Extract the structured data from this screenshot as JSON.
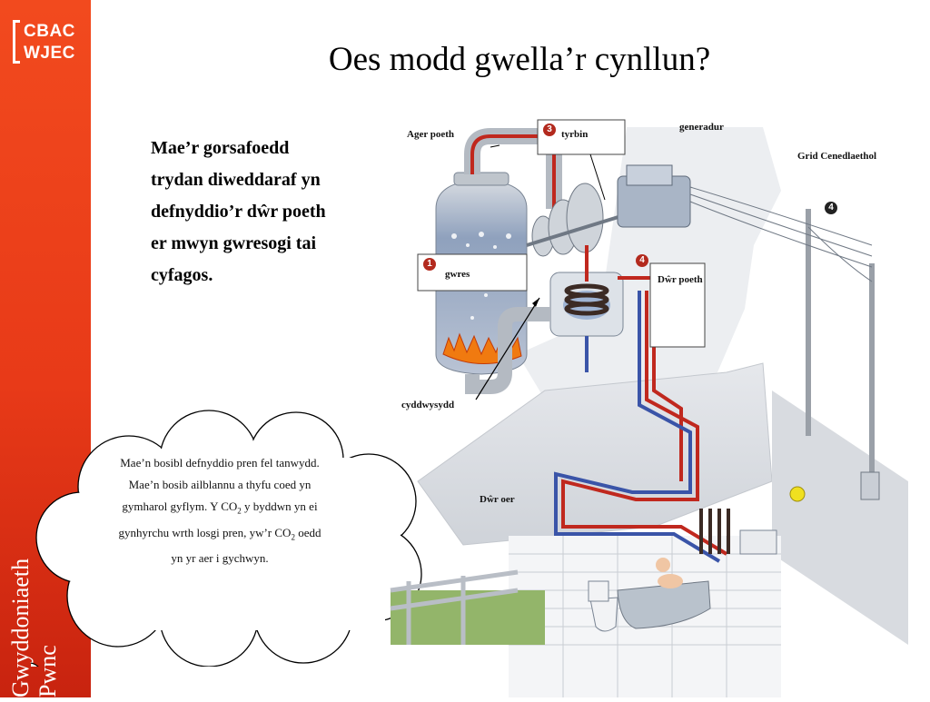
{
  "brand": {
    "line1": "CBAC",
    "line2": "WJEC"
  },
  "sidebar": {
    "line1": "Gwyddoniaeth",
    "line2": "Pwnc"
  },
  "title": "Oes modd gwella’r cynllun?",
  "intro": {
    "lines": [
      "Mae’r gorsafoedd",
      "trydan diweddaraf yn",
      "defnyddio’r dŵr poeth",
      "er mwyn gwresogi tai",
      "cyfagos."
    ]
  },
  "cloud": {
    "line1": "Mae’n bosibl defnyddio pren fel tanwydd.",
    "line2": "Mae’n bosib ailblannu a thyfu coed yn",
    "line3_a": "gymharol gyflym. Y CO",
    "line3_sub": "2",
    "line3_b": " y byddwn yn ei",
    "line4_a": "gynhyrchu wrth losgi pren, yw’r CO",
    "line4_sub": "2",
    "line4_b": " oedd",
    "line5": "yn yr aer i gychwyn."
  },
  "diagram": {
    "labels": {
      "steam": "Ager poeth",
      "turbine": "tyrbin",
      "generator": "generadur",
      "grid": "Grid Cenedlaethol",
      "heat": "gwres",
      "hot_water": "Dŵr poeth",
      "condenser": "cyddwysydd",
      "cold_water": "Dŵr oer"
    },
    "markers": {
      "m1": "1",
      "m3": "3",
      "m4a": "4",
      "m4b": "4"
    }
  },
  "colors": {
    "brand": "#e83a18",
    "hot": "#c0281e",
    "cold": "#3a54a8",
    "wall": "#e6e8ec"
  }
}
